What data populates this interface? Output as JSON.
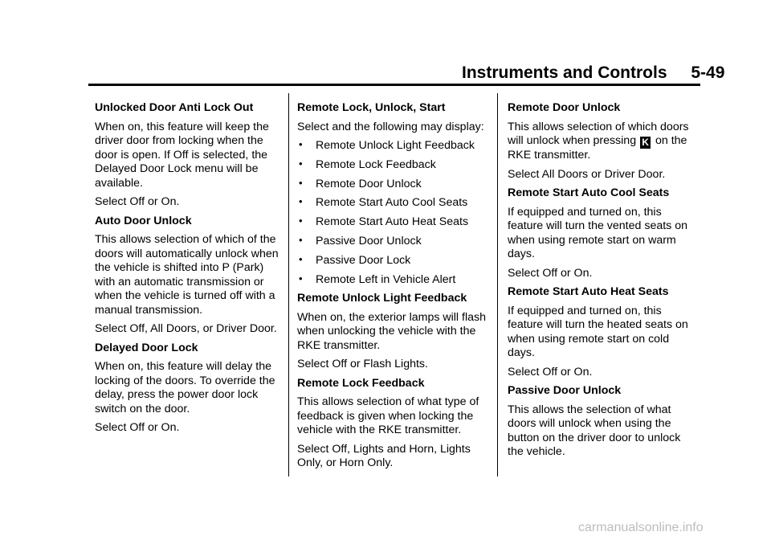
{
  "header": {
    "section_title": "Instruments and Controls",
    "page_number": "5-49"
  },
  "column1": {
    "h1": "Unlocked Door Anti Lock Out",
    "p1": "When on, this feature will keep the driver door from locking when the door is open. If Off is selected, the Delayed Door Lock menu will be available.",
    "p2": "Select Off or On.",
    "h2": "Auto Door Unlock",
    "p3": "This allows selection of which of the doors will automatically unlock when the vehicle is shifted into P (Park) with an automatic transmission or when the vehicle is turned off with a manual transmission.",
    "p4": "Select Off, All Doors, or Driver Door.",
    "h3": "Delayed Door Lock",
    "p5": "When on, this feature will delay the locking of the doors. To override the delay, press the power door lock switch on the door.",
    "p6": "Select Off or On."
  },
  "column2": {
    "h1": "Remote Lock, Unlock, Start",
    "p1": "Select and the following may display:",
    "bullet_marker": "•",
    "bullets": [
      "Remote Unlock Light Feedback",
      "Remote Lock Feedback",
      "Remote Door Unlock",
      "Remote Start Auto Cool Seats",
      "Remote Start Auto Heat Seats",
      "Passive Door Unlock",
      "Passive Door Lock",
      "Remote Left in Vehicle Alert"
    ],
    "h2": "Remote Unlock Light Feedback",
    "p2": "When on, the exterior lamps will flash when unlocking the vehicle with the RKE transmitter.",
    "p3": "Select Off or Flash Lights.",
    "h3": "Remote Lock Feedback",
    "p4": "This allows selection of what type of feedback is given when locking the vehicle with the RKE transmitter.",
    "p5": "Select Off, Lights and Horn, Lights Only, or Horn Only."
  },
  "column3": {
    "h1": "Remote Door Unlock",
    "p1_before_icon": "This allows selection of which doors will unlock when pressing",
    "p1_icon": "K",
    "p1_icon_name": "remote-unlock-key-icon",
    "p1_after_icon": "on the RKE transmitter.",
    "p2": "Select All Doors or Driver Door.",
    "h2": "Remote Start Auto Cool Seats",
    "p3": "If equipped and turned on, this feature will turn the vented seats on when using remote start on warm days.",
    "p4": "Select Off or On.",
    "h3": "Remote Start Auto Heat Seats",
    "p5": "If equipped and turned on, this feature will turn the heated seats on when using remote start on cold days.",
    "p6": "Select Off or On.",
    "h4": "Passive Door Unlock",
    "p7": "This allows the selection of what doors will unlock when using the button on the driver door to unlock the vehicle."
  },
  "watermark": "carmanualsonline.info"
}
